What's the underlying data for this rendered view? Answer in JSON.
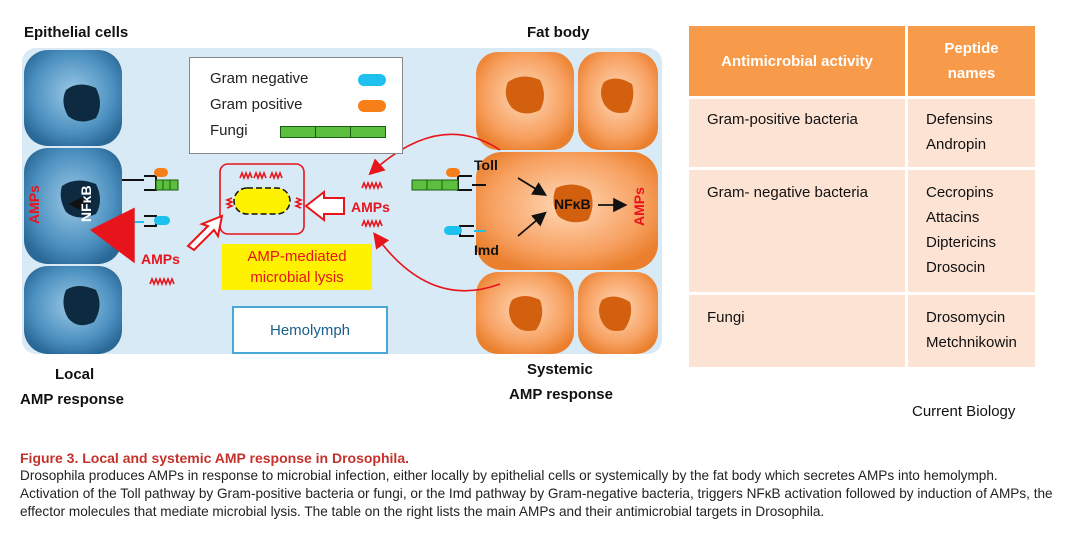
{
  "labels": {
    "epithelial_cells": "Epithelial cells",
    "fat_body": "Fat body",
    "local_line1": "Local",
    "local_line2": "AMP response",
    "systemic_line1": "Systemic",
    "systemic_line2": "AMP response",
    "amps": "AMPs",
    "nfkb": "NFκB",
    "toll": "Toll",
    "imd": "Imd",
    "lysis": "AMP-mediated microbial lysis",
    "hemolymph": "Hemolymph",
    "current_biology": "Current Biology"
  },
  "legend": {
    "gram_negative": "Gram negative",
    "gram_positive": "Gram positive",
    "fungi": "Fungi"
  },
  "colors": {
    "gram_negative": "#1ec0ee",
    "gram_positive": "#f77f1a",
    "fungi": "#5cbf3e",
    "epithelial": "#3a86b6",
    "fat_body": "#f59a52",
    "hemolymph_bg": "#d8eaf6",
    "amp_red": "#e8141c",
    "caption_red": "#c4322b",
    "table_header": "#f79a4a",
    "table_cell": "#fde3d4"
  },
  "table": {
    "headers": [
      "Antimicrobial activity",
      "Peptide names"
    ],
    "rows": [
      {
        "activity": "Gram-positive bacteria",
        "peptides": "Defensins Andropin"
      },
      {
        "activity": "Gram- negative bacteria",
        "peptides": "Cecropins Attacins Diptericins Drosocin"
      },
      {
        "activity": "Fungi",
        "peptides": "Drosomycin Metchnikowin"
      }
    ]
  },
  "caption": {
    "title": "Figure 3. Local and systemic AMP response in Drosophila.",
    "body": "Drosophila produces AMPs in response to microbial infection, either locally by epithelial cells or systemically by the fat body which secretes AMPs into hemolymph. Activation of the Toll pathway by Gram-positive bacteria or fungi, or the Imd pathway by Gram-negative bacteria, triggers NFκB activation followed by induction of AMPs, the effector molecules that mediate microbial lysis. The table on the right lists the main AMPs and their antimicrobial targets in Drosophila."
  }
}
